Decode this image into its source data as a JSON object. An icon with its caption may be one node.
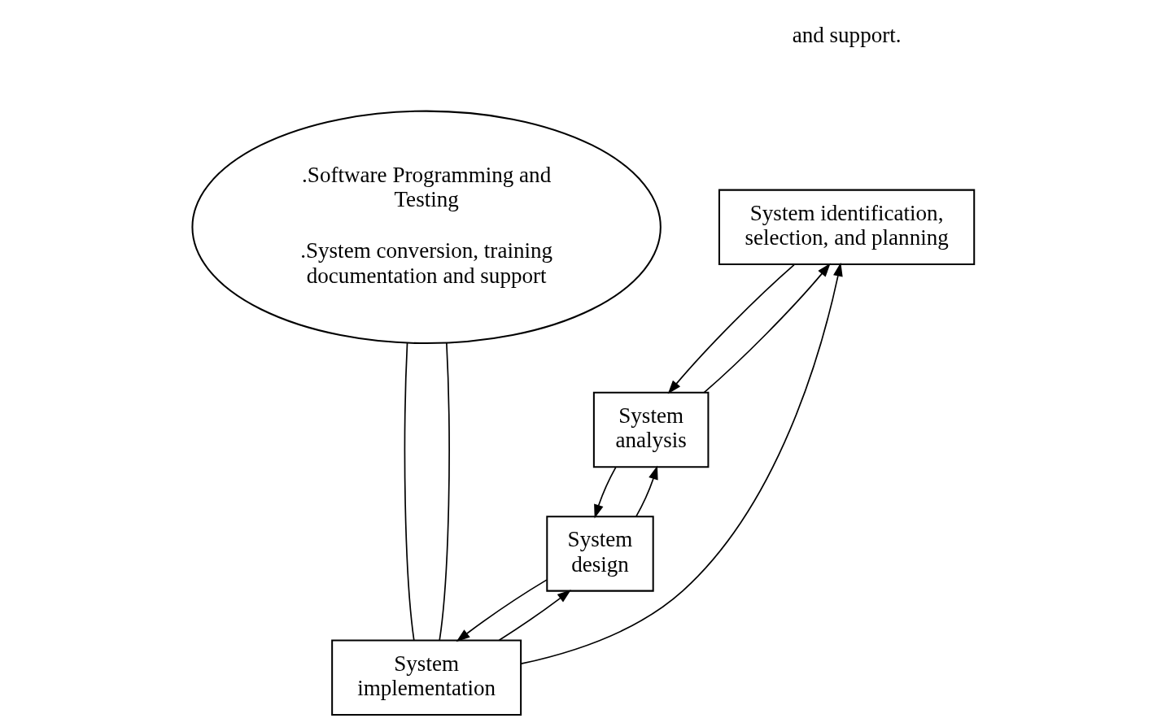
{
  "diagram": {
    "nodes": [
      {
        "text": [
          "System identification, selection, and planning"
        ]
      },
      {
        "text": [
          "System analysis"
        ]
      },
      {
        "text": [
          "System design"
        ]
      },
      {
        "text": [
          "System implementation"
        ]
      },
      {
        "text": [
          ".Software Programming and Testing",
          ".System conversion, training documentation and support"
        ]
      }
    ],
    "edges": [
      {
        "from": 0,
        "to": 1,
        "arrow": "to"
      },
      {
        "from": 1,
        "to": 0,
        "arrow": "to"
      },
      {
        "from": 1,
        "to": 2,
        "arrow": "to"
      },
      {
        "from": 2,
        "to": 1,
        "arrow": "to"
      },
      {
        "from": 2,
        "to": 3,
        "arrow": "to"
      },
      {
        "from": 3,
        "to": 2,
        "arrow": "to"
      },
      {
        "from": 3,
        "to": 0,
        "arrow": "to"
      },
      {
        "from": 3,
        "to": 4,
        "arrow": "none"
      },
      {
        "from": 3,
        "to": 4,
        "arrow": "none"
      }
    ],
    "labels": [
      "and support."
    ]
  }
}
